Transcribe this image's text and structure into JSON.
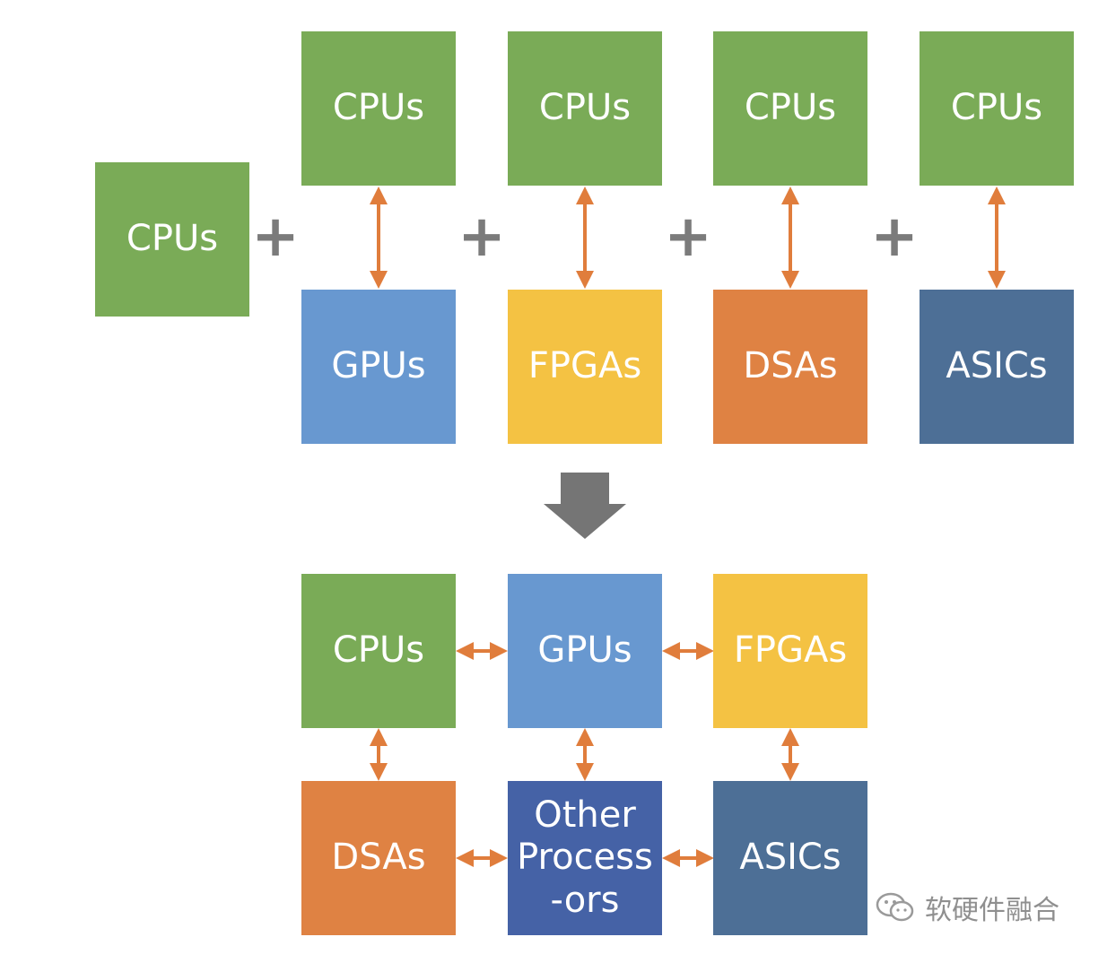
{
  "colors": {
    "cpu": "#7aab57",
    "gpu": "#6898d0",
    "fpga": "#f4c243",
    "dsa": "#df8243",
    "asic": "#4d6f96",
    "other": "#4562a6",
    "arrow": "#e07d3c",
    "plus": "#7b7b7b",
    "down_arrow": "#757575"
  },
  "top": {
    "standalone": "CPUs",
    "pairs": [
      {
        "upper": "CPUs",
        "lower": "GPUs"
      },
      {
        "upper": "CPUs",
        "lower": "FPGAs"
      },
      {
        "upper": "CPUs",
        "lower": "DSAs"
      },
      {
        "upper": "CPUs",
        "lower": "ASICs"
      }
    ],
    "plus_sign": "+"
  },
  "bottom": {
    "row1": [
      "CPUs",
      "GPUs",
      "FPGAs"
    ],
    "row2": [
      "DSAs",
      "Other Process -ors",
      "ASICs"
    ],
    "other_lines": [
      "Other",
      "Process",
      "-ors"
    ]
  },
  "watermark": {
    "icon": "wechat-icon",
    "text": "软硬件融合"
  }
}
